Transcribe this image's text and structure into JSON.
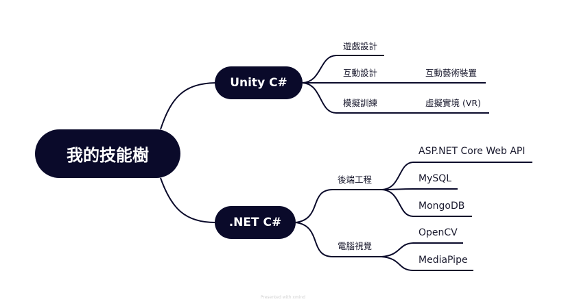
{
  "root": {
    "label": "我的技能樹"
  },
  "branches": [
    {
      "label": "Unity C#",
      "children": [
        {
          "label": "遊戲設計"
        },
        {
          "label": "互動設計",
          "child": "互動藝術裝置"
        },
        {
          "label": "模擬訓練",
          "child": "虛擬實境 (VR)"
        }
      ]
    },
    {
      "label": ".NET C#",
      "children": [
        {
          "label": "後端工程",
          "items": [
            "ASP.NET Core Web API",
            "MySQL",
            "MongoDB"
          ]
        },
        {
          "label": "電腦視覺",
          "items": [
            "OpenCV",
            "MediaPipe"
          ]
        }
      ]
    }
  ],
  "footer": "Presented with xmind",
  "colors": {
    "node_fill": "#0a0a2a",
    "line": "#0a0a2a",
    "text": "#1a1a2e"
  }
}
